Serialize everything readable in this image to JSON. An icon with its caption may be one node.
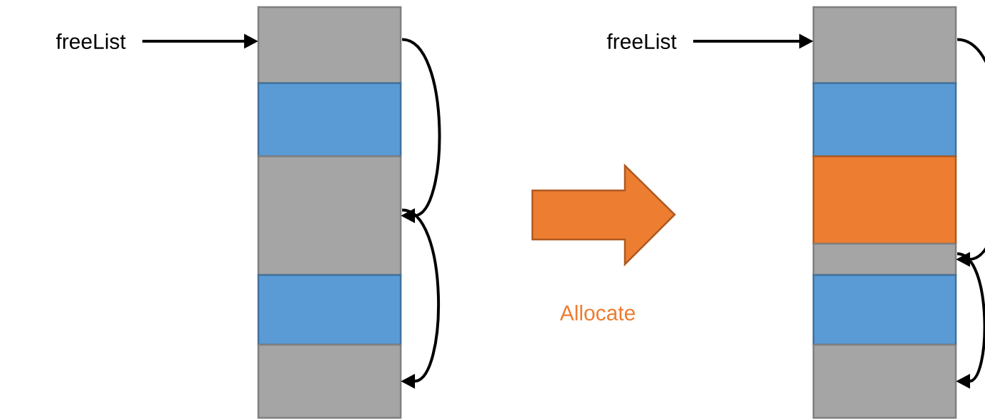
{
  "diagram": {
    "nodes": [
      {
        "text": [
          "freeList"
        ]
      },
      {
        "text": [],
        "shape": "box"
      },
      {
        "text": [],
        "shape": "box"
      },
      {
        "text": [],
        "shape": "box"
      },
      {
        "text": [],
        "shape": "box"
      },
      {
        "text": [],
        "shape": "box"
      },
      {
        "text": [
          "freeList"
        ]
      },
      {
        "text": [],
        "shape": "box"
      },
      {
        "text": [],
        "shape": "box"
      },
      {
        "text": [],
        "shape": "box"
      },
      {
        "text": [],
        "shape": "box"
      },
      {
        "text": [],
        "shape": "box"
      },
      {
        "text": [],
        "shape": "box"
      }
    ],
    "edges": [
      {
        "from": 0,
        "to": 1,
        "arrow": "to"
      },
      {
        "from": 1,
        "to": 3,
        "arrow": "to"
      },
      {
        "from": 3,
        "to": 5,
        "arrow": "to"
      },
      {
        "from": 6,
        "to": 7,
        "arrow": "to"
      },
      {
        "from": 7,
        "to": 10,
        "arrow": "to"
      },
      {
        "from": 10,
        "to": 12,
        "arrow": "to"
      }
    ],
    "labels": [
      "Allocate"
    ]
  }
}
